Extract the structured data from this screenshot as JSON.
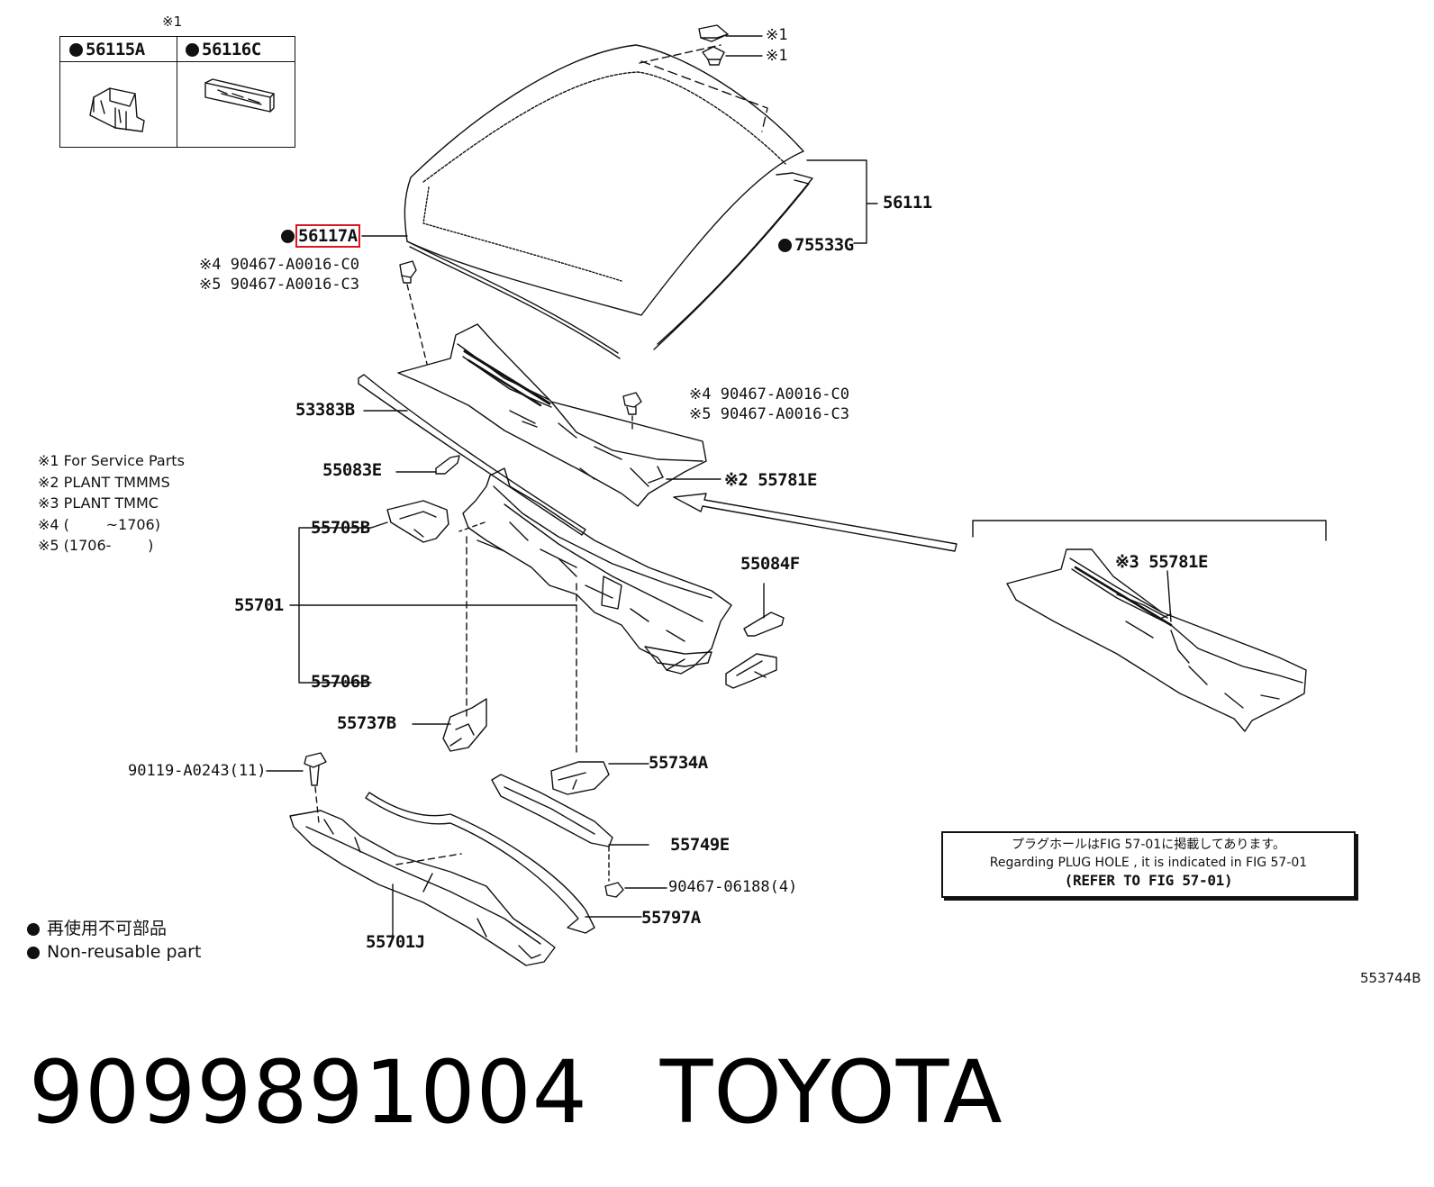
{
  "inset": {
    "header_mark": "※1",
    "left_label": "56115A",
    "right_label": "56116C"
  },
  "callouts": {
    "c_56111": "56111",
    "c_56117A": "56117A",
    "c_75533G": "75533G",
    "c_mark1a": "※1",
    "c_mark1b": "※1",
    "clip_top_4": "※4 90467-A0016-C0",
    "clip_top_5": "※5 90467-A0016-C3",
    "clip_mid_4": "※4 90467-A0016-C0",
    "clip_mid_5": "※5 90467-A0016-C3",
    "c_53383B": "53383B",
    "c_55083E": "55083E",
    "c_55781E": "※2 55781E",
    "c_55781E_alt": "※3 55781E",
    "c_55705B": "55705B",
    "c_55701": "55701",
    "c_55706B": "55706B",
    "c_55084F": "55084F",
    "c_55737B": "55737B",
    "c_55734A": "55734A",
    "c_90119": "90119-A0243(11)",
    "c_55749E": "55749E",
    "c_90467_06188": "90467-06188(4)",
    "c_55797A": "55797A",
    "c_55701J": "55701J"
  },
  "notes": [
    "※1 For Service Parts",
    "※2 PLANT TMMMS",
    "※3 PLANT TMMC",
    "※4 (        ~1706)",
    "※5 (1706-        )"
  ],
  "legend": {
    "jp": "再使用不可部品",
    "en": "Non-reusable part"
  },
  "reference": {
    "jp": "プラグホールはFIG 57-01に掲載してあります。",
    "en": "Regarding PLUG HOLE , it is indicated in FIG 57-01",
    "refer": "(REFER TO FIG 57-01)"
  },
  "figure_id": "553744B",
  "footer": {
    "part_number": "9099891004",
    "brand": "TOYOTA"
  },
  "colors": {
    "highlight": "#d71920",
    "ink": "#111111"
  }
}
